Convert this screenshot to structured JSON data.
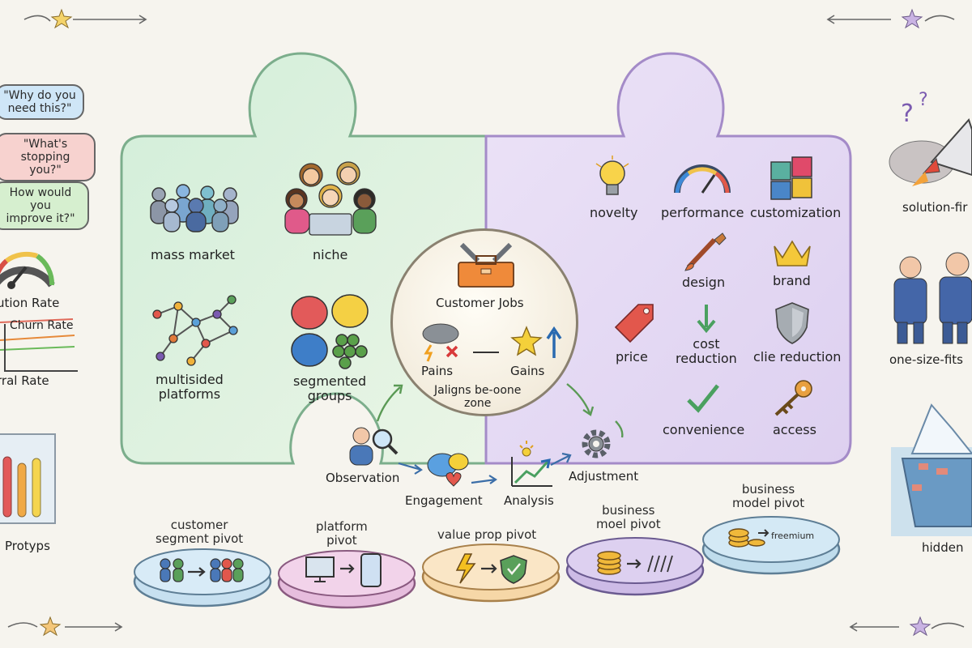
{
  "left_panel": {
    "segments": [
      {
        "label": "mass market",
        "icon": "crowd-icon"
      },
      {
        "label": "niche",
        "icon": "small-team-icon"
      },
      {
        "label": "multisided\nplatforms",
        "icon": "network-icon"
      },
      {
        "label": "segmented\ngroups",
        "icon": "speech-bubbles-icon"
      }
    ]
  },
  "right_panel": {
    "values": [
      {
        "label": "novelty",
        "icon": "lightbulb-icon"
      },
      {
        "label": "performance",
        "icon": "gauge-icon"
      },
      {
        "label": "customization",
        "icon": "puzzle-icon"
      },
      {
        "label": "design",
        "icon": "paintbrush-icon"
      },
      {
        "label": "brand",
        "icon": "crown-icon"
      },
      {
        "label": "price",
        "icon": "price-tag-icon"
      },
      {
        "label": "cost\nreduction",
        "icon": "down-arrow-icon"
      },
      {
        "label": "clie reduction",
        "icon": "shield-icon"
      },
      {
        "label": "convenience",
        "icon": "checkmark-icon"
      },
      {
        "label": "access",
        "icon": "key-icon"
      }
    ]
  },
  "center": {
    "title": "Customer Jobs",
    "pains": "Pains",
    "gains": "Gains",
    "zone": "Jaligns be-oone\nzone"
  },
  "cycle": {
    "steps": [
      "Observation",
      "Engagement",
      "Analysis",
      "Adjustment"
    ]
  },
  "pivots": [
    {
      "label": "customer\nsegment pivot"
    },
    {
      "label": "platform\npivot"
    },
    {
      "label": "value prop pivot"
    },
    {
      "label": "business\nmoel pivot"
    },
    {
      "label": "business\nmodel pivot",
      "sub": "freemium"
    }
  ],
  "left_edge": {
    "questions": [
      "\"Why do you\nneed this?\"",
      "\"What's\nstopping you?\"",
      "How would you\nimprove it?\""
    ],
    "metrics": [
      "ution Rate",
      "Churn Rate",
      "rral Rate"
    ],
    "prototype": "Protyps"
  },
  "right_edge": {
    "labels": [
      "solution-fir",
      "one-size-fits",
      "hidden"
    ]
  },
  "colors": {
    "green_panel": "#d9efe0",
    "purple_panel": "#e5dbf3",
    "question_blue": "#cfe6f7",
    "question_red": "#f7d2cf",
    "question_green": "#d6efcf"
  }
}
